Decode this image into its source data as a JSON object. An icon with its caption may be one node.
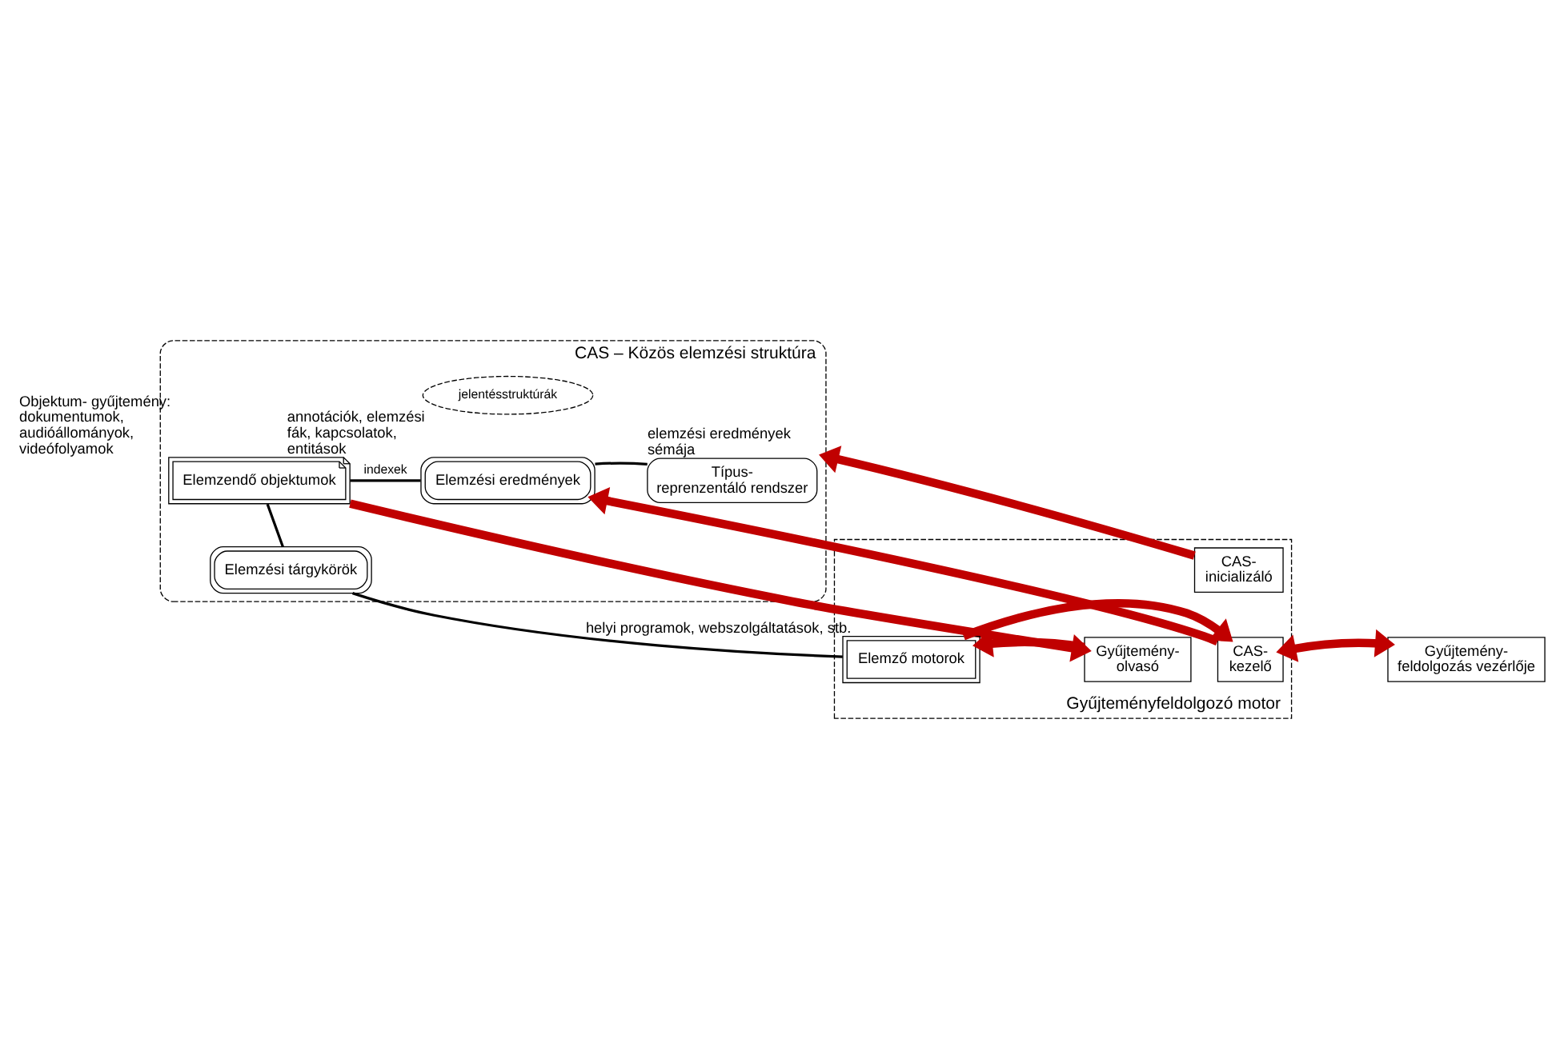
{
  "diagram": {
    "nodes": [
      {
        "text": [
          "CAS – Közös elemzési struktúra"
        ]
      },
      {
        "text": [
          "jelentésstruktúrák"
        ],
        "in": 0
      },
      {
        "text": [
          "Elemzendő objektumok"
        ],
        "in": 0,
        "beside": [
          "Objektum- gyűjtemény:",
          "dokumentumok, audióállományok, videófolyamok"
        ]
      },
      {
        "text": [
          "Elemzési eredmények"
        ],
        "in": 0,
        "beside": [
          "annotációk, elemzési fák, kapcsolatok, entitások"
        ]
      },
      {
        "text": [
          "Típus- reprenzentáló rendszer"
        ],
        "in": 0,
        "beside": [
          "elemzési eredmények sémája"
        ]
      },
      {
        "text": [
          "Elemzési tárgykörök"
        ],
        "in": 0
      },
      {
        "text": [
          "Gyűjteményfeldolgozó motor"
        ]
      },
      {
        "text": [
          "Gyűjtemény- olvasó"
        ],
        "in": 6
      },
      {
        "text": [
          "Elemző motorok"
        ],
        "in": 6,
        "beside": [
          "helyi programok, webszolgáltatások, stb."
        ]
      },
      {
        "text": [
          "CAS- inicializáló"
        ],
        "in": 6
      },
      {
        "text": [
          "CAS- kezelő"
        ],
        "in": 6
      },
      {
        "text": [
          "Gyűjtemény- feldolgozás vezérlője"
        ]
      }
    ],
    "edges": [
      {
        "from": 2,
        "to": 3,
        "arrow": "none",
        "label": "indexek",
        "color": "#000000"
      },
      {
        "from": 3,
        "to": 4,
        "arrow": "none",
        "color": "#000000"
      },
      {
        "from": 2,
        "to": 5,
        "arrow": "none",
        "color": "#000000"
      },
      {
        "from": 5,
        "to": 8,
        "arrow": "none",
        "color": "#000000"
      },
      {
        "from": 2,
        "to": 7,
        "arrow": "to"
      },
      {
        "from": 7,
        "to": 8,
        "arrow": "to"
      },
      {
        "from": 8,
        "to": 10,
        "arrow": "to"
      },
      {
        "from": 10,
        "to": 3,
        "arrow": "to"
      },
      {
        "from": 9,
        "to": 0,
        "arrow": "to"
      },
      {
        "from": 10,
        "to": 11,
        "arrow": "both"
      }
    ]
  }
}
